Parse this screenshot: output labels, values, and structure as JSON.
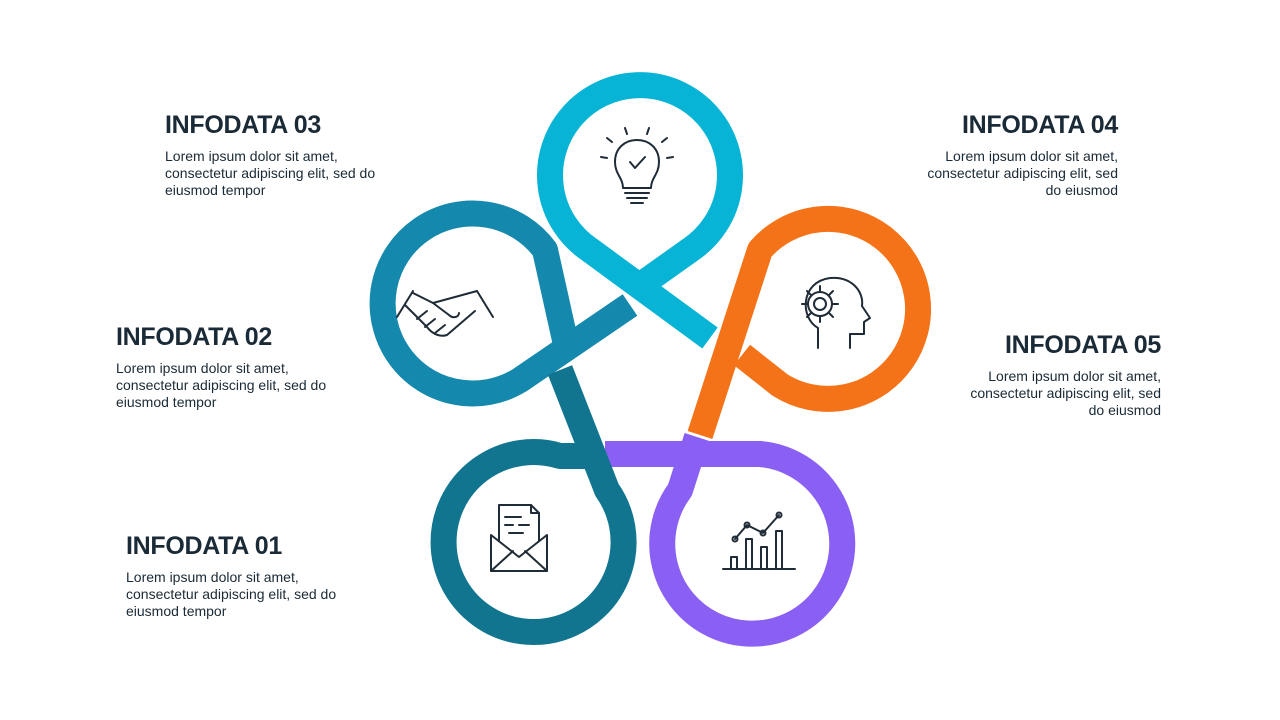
{
  "colors": {
    "petal_01": "#117590",
    "petal_02": "#1589ad",
    "petal_03": "#08b4d6",
    "petal_04": "#f57318",
    "petal_05": "#8a5ff4",
    "text": "#1a2a36",
    "icon": "#1f2b36"
  },
  "items": [
    {
      "title": "INFODATA 01",
      "text": "Lorem ipsum dolor sit amet, consectetur  adipiscing elit, sed do eiusmod tempor",
      "icon": "envelope-document-icon"
    },
    {
      "title": "INFODATA 02",
      "text": "Lorem ipsum dolor sit amet, consectetur  adipiscing elit, sed do eiusmod tempor",
      "icon": "handshake-icon"
    },
    {
      "title": "INFODATA 03",
      "text": "Lorem ipsum dolor sit amet, consectetur  adipiscing elit, sed do eiusmod tempor",
      "icon": "lightbulb-check-icon"
    },
    {
      "title": "INFODATA 04",
      "text": "Lorem ipsum dolor sit amet, consectetur adipiscing elit, sed do eiusmod",
      "icon": "none"
    },
    {
      "title": "INFODATA 05",
      "text": "Lorem ipsum dolor sit amet, consectetur adipiscing elit, sed do eiusmod",
      "icon": "head-gear-icon"
    }
  ],
  "extra_icon": "bar-chart-growth-icon"
}
